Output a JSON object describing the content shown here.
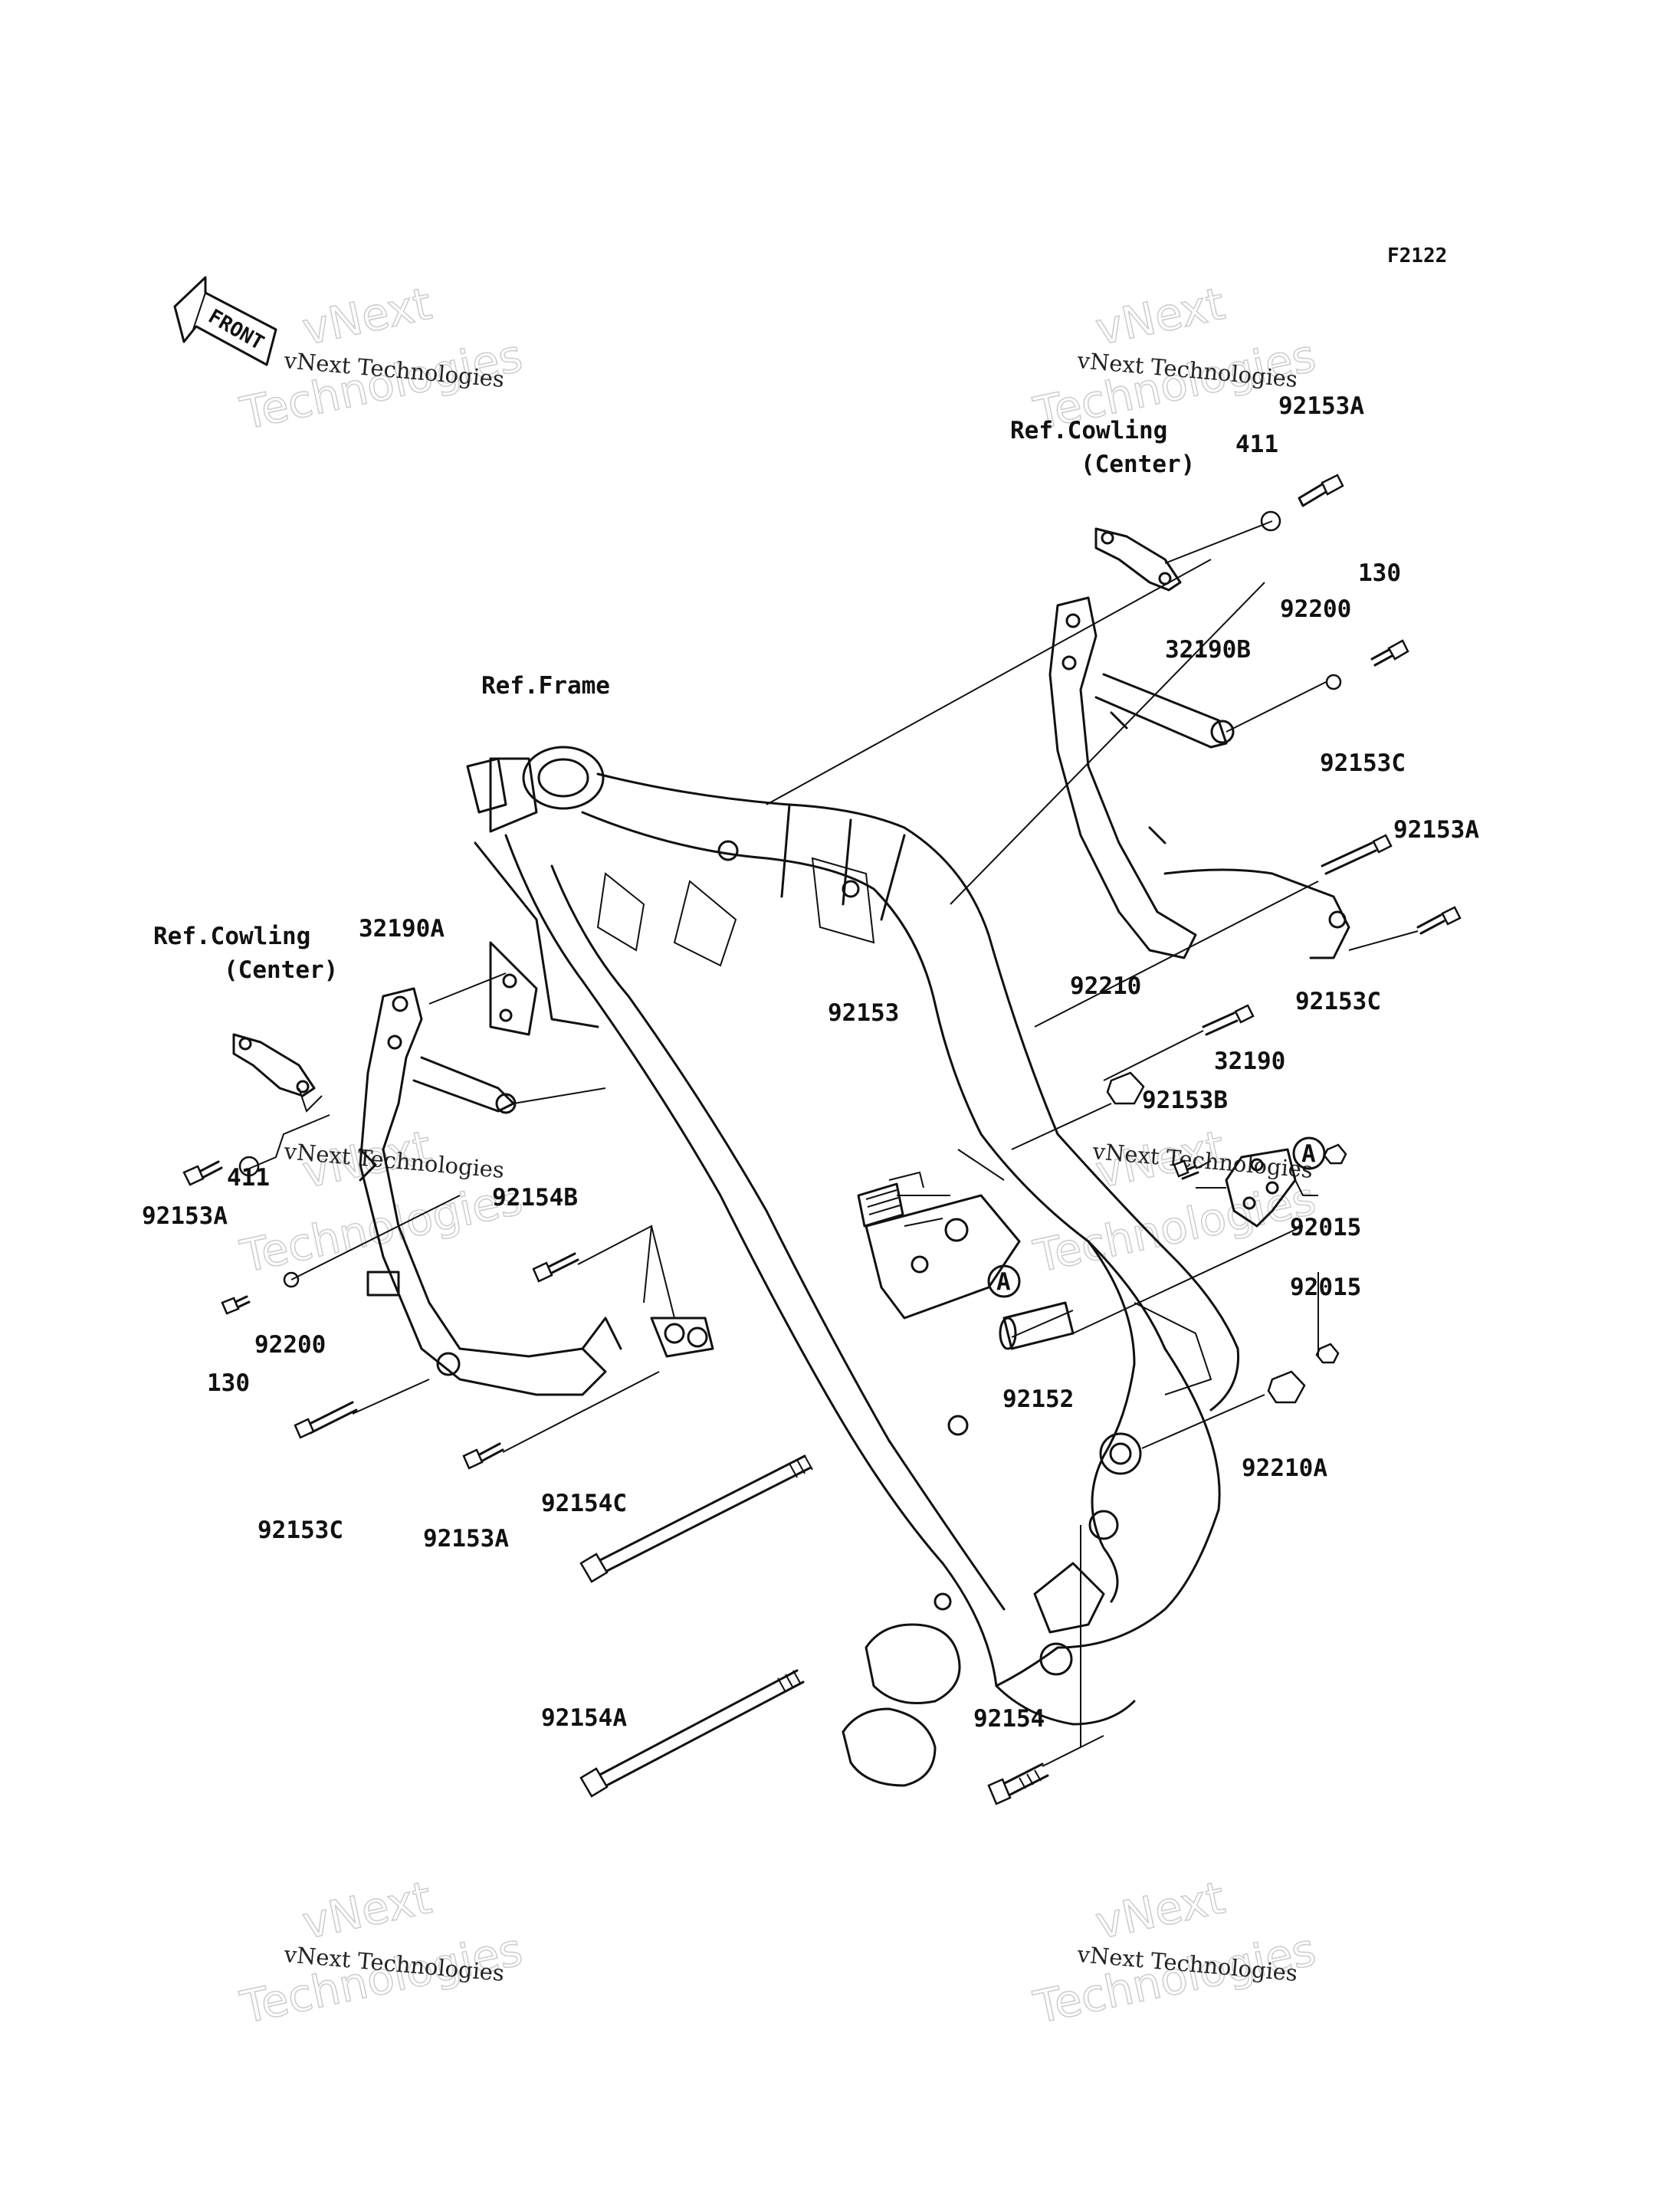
{
  "figure_code": "F2122",
  "front_label": "FRONT",
  "watermark": {
    "company": "vNext Technologies",
    "line1": "vNext",
    "line2": "Technologies"
  },
  "labels": [
    {
      "id": "ref-cowling-top",
      "lines": [
        "Ref.Cowling",
        "(Center)"
      ]
    },
    {
      "id": "ref-frame",
      "lines": [
        "Ref.Frame"
      ]
    },
    {
      "id": "ref-cowling-left",
      "lines": [
        "Ref.Cowling",
        "(Center)"
      ]
    },
    {
      "id": "p-92153a-top",
      "lines": [
        "92153A"
      ]
    },
    {
      "id": "p-411-top",
      "lines": [
        "411"
      ]
    },
    {
      "id": "p-130-top",
      "lines": [
        "130"
      ]
    },
    {
      "id": "p-92200-top",
      "lines": [
        "92200"
      ]
    },
    {
      "id": "p-32190b",
      "lines": [
        "32190B"
      ]
    },
    {
      "id": "p-92153c-r1",
      "lines": [
        "92153C"
      ]
    },
    {
      "id": "p-92153a-r",
      "lines": [
        "92153A"
      ]
    },
    {
      "id": "p-92210",
      "lines": [
        "92210"
      ]
    },
    {
      "id": "p-92153c-r2",
      "lines": [
        "92153C"
      ]
    },
    {
      "id": "p-32190",
      "lines": [
        "32190"
      ]
    },
    {
      "id": "p-92153b",
      "lines": [
        "92153B"
      ]
    },
    {
      "id": "p-92015-a",
      "lines": [
        "92015"
      ]
    },
    {
      "id": "p-92015-b",
      "lines": [
        "92015"
      ]
    },
    {
      "id": "p-92210a",
      "lines": [
        "92210A"
      ]
    },
    {
      "id": "p-92153",
      "lines": [
        "92153"
      ]
    },
    {
      "id": "p-92152",
      "lines": [
        "92152"
      ]
    },
    {
      "id": "p-92154",
      "lines": [
        "92154"
      ]
    },
    {
      "id": "p-32190a",
      "lines": [
        "32190A"
      ]
    },
    {
      "id": "p-411-left",
      "lines": [
        "411"
      ]
    },
    {
      "id": "p-92153a-left",
      "lines": [
        "92153A"
      ]
    },
    {
      "id": "p-92154b",
      "lines": [
        "92154B"
      ]
    },
    {
      "id": "p-92200-left",
      "lines": [
        "92200"
      ]
    },
    {
      "id": "p-130-left",
      "lines": [
        "130"
      ]
    },
    {
      "id": "p-92153c-left",
      "lines": [
        "92153C"
      ]
    },
    {
      "id": "p-92153a-bottom",
      "lines": [
        "92153A"
      ]
    },
    {
      "id": "p-92154c",
      "lines": [
        "92154C"
      ]
    },
    {
      "id": "p-92154a",
      "lines": [
        "92154A"
      ]
    }
  ],
  "markers": [
    {
      "id": "marker-a-right",
      "text": "A"
    },
    {
      "id": "marker-a-center",
      "text": "A"
    }
  ]
}
